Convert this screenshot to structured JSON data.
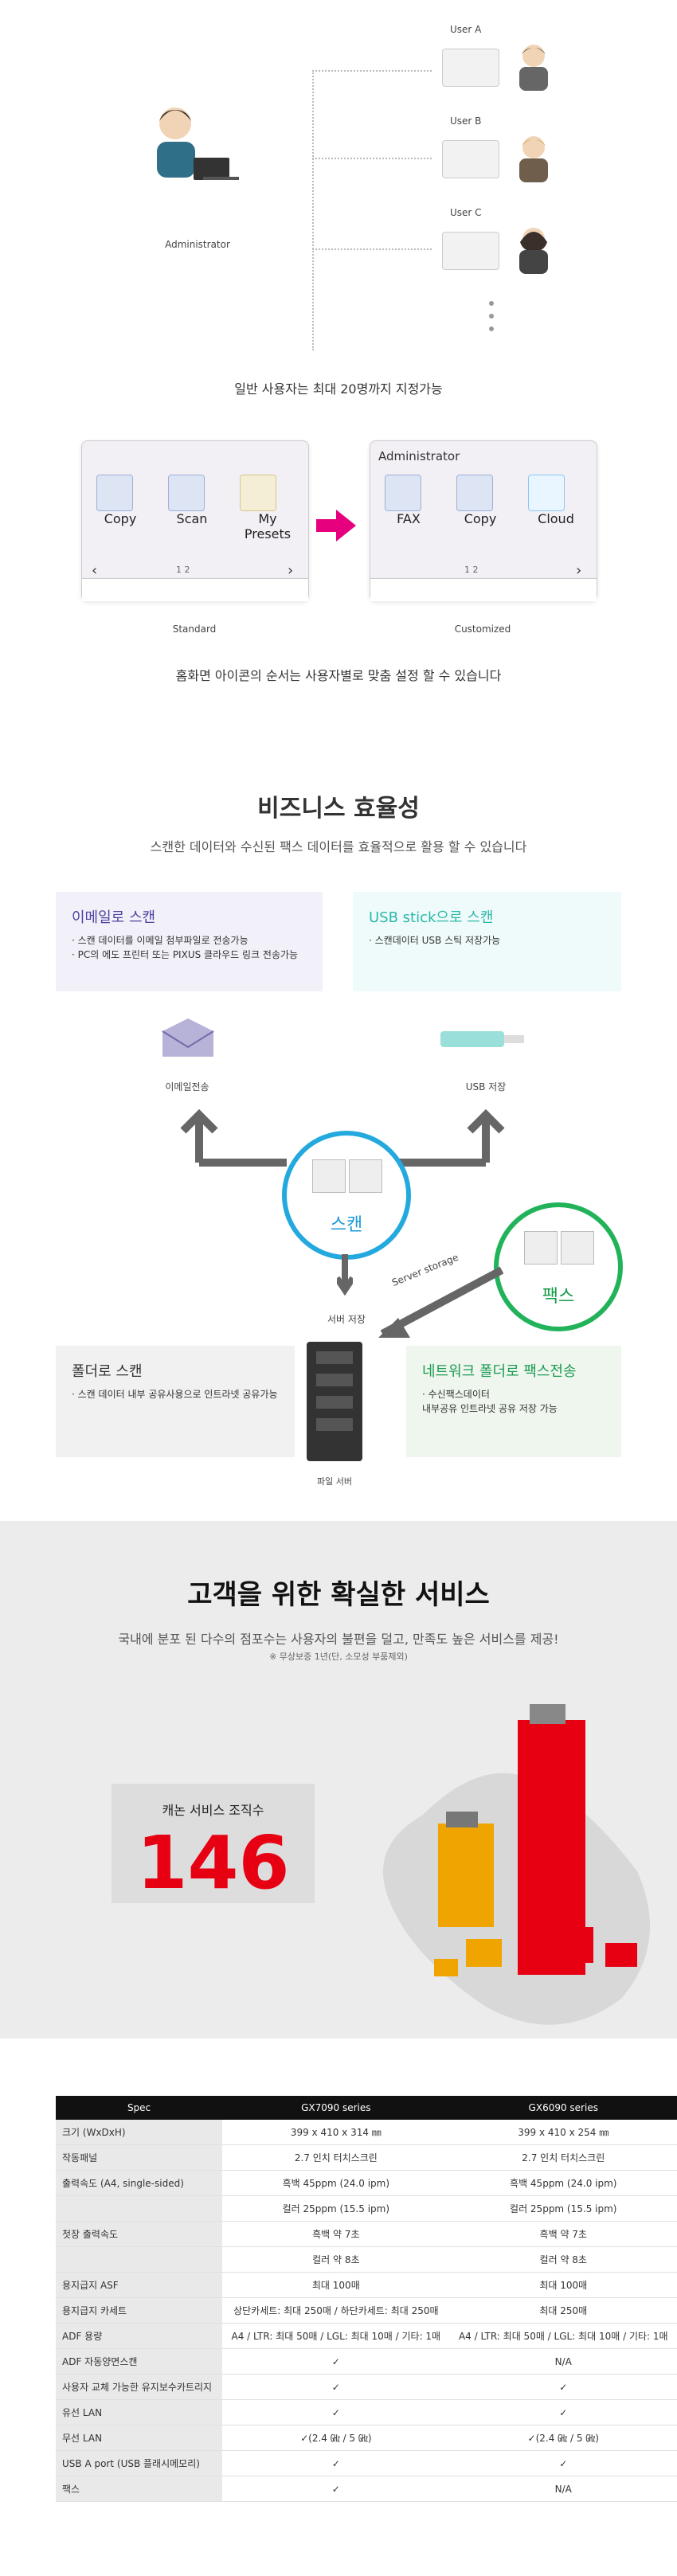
{
  "top_section": {
    "admin_label": "Administrator",
    "users": [
      "User A",
      "User B",
      "User C"
    ],
    "note": "일반 사용자는 최대 20명까지 지정가능"
  },
  "panel_left": {
    "items": [
      "Copy",
      "Scan",
      "My Presets"
    ],
    "page_indicator": "1 2",
    "caption": "Standard"
  },
  "panel_right": {
    "title": "Administrator",
    "items": [
      "FAX",
      "Copy",
      "Cloud"
    ],
    "page_indicator": "1 2",
    "caption": "Customized"
  },
  "home_note": "홈화면 아이콘의 순서는 사용자별로 맞춤 설정 할 수 있습니다",
  "business": {
    "title": "비즈니스 효율성",
    "subtitle": "스캔한 데이터와 수신된 팩스 데이터를 효율적으로 활용 할 수 있습니다",
    "email_title": "이메일로 스캔",
    "email_bullets": [
      "· 스캔 데이터를 이메일 첨부파일로 전송가능",
      "· PC의 에도 프린터 또는 PIXUS 클라우드 링크 전송가능"
    ],
    "usb_title": "USB stick으로 스캔",
    "usb_bullets": [
      "· 스캔데이터 USB 스틱 저장가능"
    ],
    "email_label": "이메일전송",
    "usb_label": "USB 저장",
    "scan_label": "스캔",
    "fax_label": "팩스",
    "server_storage": "Server storage",
    "server_save": "서버 저장",
    "folder_title": "폴더로 스캔",
    "folder_bullets": [
      "· 스캔 데이터 내부 공유사용으로 인트라넷 공유가능"
    ],
    "network_title": "네트워크 폴더로 팩스전송",
    "network_bullets": [
      "· 수신팩스데이터",
      "내부공유 인트라넷 공유 저장 가능"
    ],
    "file_server": "파일 서버"
  },
  "service": {
    "title": "고객을 위한 확실한 서비스",
    "desc": "국내에 분포 된 다수의 점포수는 사용자의 불편을 덜고, 만족도 높은 서비스를 제공!",
    "note": "※ 무상보증 1년(단, 소모성 부품제외)",
    "count_label": "캐논 서비스 조직수",
    "count": "146"
  },
  "spec_table": {
    "headers": [
      "Spec",
      "GX7090 series",
      "GX6090 series"
    ],
    "rows": [
      [
        "크기 (WxDxH)",
        "399 x 410 x 314 ㎜",
        "399 x 410 x 254 ㎜"
      ],
      [
        "작동패널",
        "2.7 인치 터치스크린",
        "2.7 인치 터치스크린"
      ],
      [
        "출력속도 (A4, single-sided)",
        "흑백 45ppm (24.0 ipm)",
        "흑백 45ppm (24.0 ipm)"
      ],
      [
        "",
        "컬러 25ppm (15.5 ipm)",
        "컬러 25ppm (15.5 ipm)"
      ],
      [
        "첫장 출력속도",
        "흑백 약 7초",
        "흑백 약 7초"
      ],
      [
        "",
        "컬러 약 8초",
        "컬러 약 8초"
      ],
      [
        "용지급지 ASF",
        "최대 100매",
        "최대 100매"
      ],
      [
        "용지급지 카세트",
        "상단카세트: 최대 250매 / 하단카세트: 최대 250매",
        "최대 250매"
      ],
      [
        "ADF 용량",
        "A4 / LTR: 최대 50매 / LGL: 최대 10매 / 기타: 1매",
        "A4 / LTR: 최대 50매 / LGL: 최대 10매 / 기타: 1매"
      ],
      [
        "ADF 자동양면스캔",
        "✓",
        "N/A"
      ],
      [
        "사용자 교체 가능한 유지보수카트리지",
        "✓",
        "✓"
      ],
      [
        "유선 LAN",
        "✓",
        "✓"
      ],
      [
        "무선 LAN",
        "✓(2.4 ㎓ / 5 ㎓)",
        "✓(2.4 ㎓ / 5 ㎓)"
      ],
      [
        "USB A port (USB 플래시메모리)",
        "✓",
        "✓"
      ],
      [
        "팩스",
        "✓",
        "N/A"
      ]
    ]
  }
}
